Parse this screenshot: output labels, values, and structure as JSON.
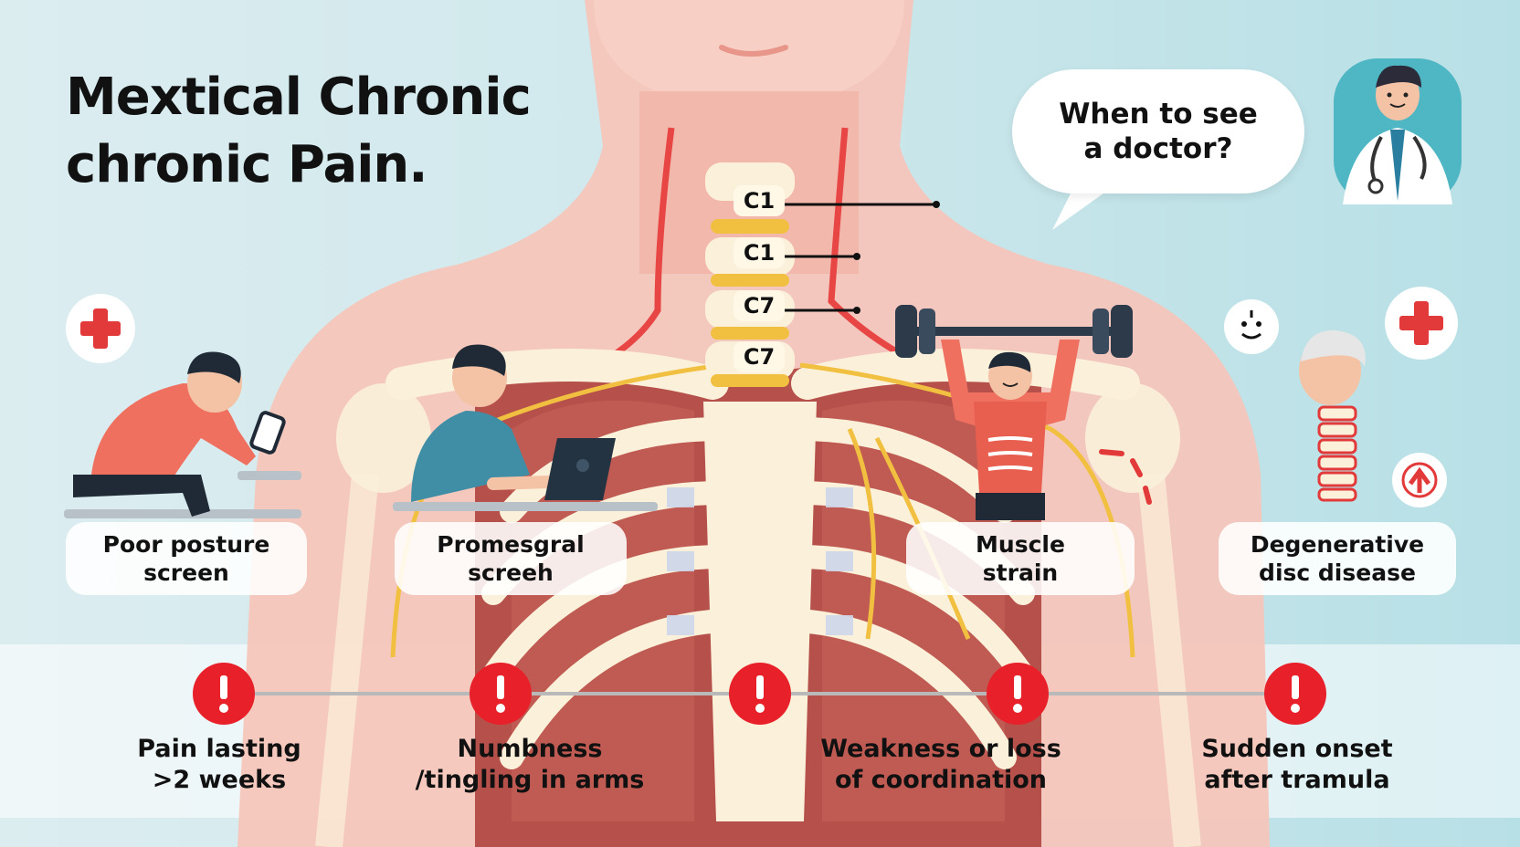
{
  "title": {
    "line1": "Mextical Chronic",
    "line2": "chronic Pain."
  },
  "bubble": {
    "text": "When to see a doctor?"
  },
  "vertebrae": [
    {
      "label": "C1"
    },
    {
      "label": "C1"
    },
    {
      "label": "C7"
    },
    {
      "label": "C7"
    }
  ],
  "causes": [
    {
      "label": "Poor posture\nscreen",
      "icon": "person-phone-icon"
    },
    {
      "label": "Promesgral\nscreeh",
      "icon": "person-laptop-icon"
    },
    {
      "label": "Muscle\nstrain",
      "icon": "weightlifter-icon"
    },
    {
      "label": "Degenerative\ndisc disease",
      "icon": "elderly-spine-icon"
    }
  ],
  "warning_signs": [
    {
      "label": "Pain lasting\n>2 weeks",
      "icon": "alert-icon"
    },
    {
      "label": "Numbness\n/tingling in arms",
      "icon": "alert-icon"
    },
    {
      "label": "Weakness or loss\nof coordination",
      "icon": "alert-icon"
    },
    {
      "label": "Sudden onset\nafter tramula",
      "icon": "alert-icon"
    }
  ],
  "colors": {
    "alert_red": "#e8202a",
    "accent_red": "#e23a3a",
    "skin": "#f6c4b8",
    "bone": "#fbf1da",
    "muscle": "#b5504a",
    "nerve": "#f2c040",
    "doctor_bg": "#4fb6c4"
  }
}
